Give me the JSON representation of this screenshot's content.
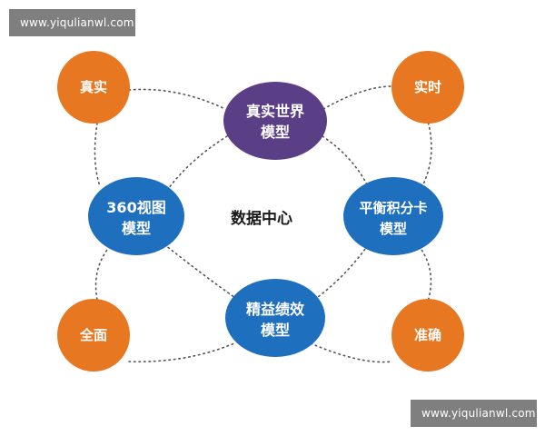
{
  "watermarks": {
    "top": "www.yiqulianwl.com",
    "bottom": "www.yiqulianwl.com"
  },
  "center_label": "数据中心",
  "nodes": {
    "real_world": {
      "line1": "真实世界",
      "line2": "模型"
    },
    "view360": {
      "line1": "360视图",
      "line2": "模型"
    },
    "balanced": {
      "line1": "平衡积分卡",
      "line2": "模型"
    },
    "lean": {
      "line1": "精益绩效",
      "line2": "模型"
    }
  },
  "corners": {
    "real": "真实",
    "realtime": "实时",
    "complete": "全面",
    "accurate": "准确"
  },
  "colors": {
    "orange": "#e87722",
    "blue": "#1f6fbf",
    "purple": "#5b3f86",
    "dots": "#555555",
    "watermark_bg": "#7f7f7f"
  }
}
